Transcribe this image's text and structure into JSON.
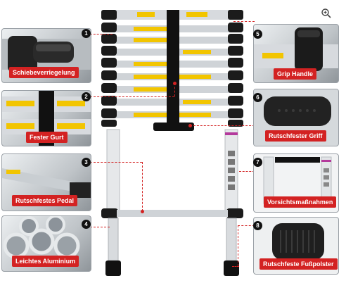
{
  "zoom_icon": "zoom-in-icon",
  "features": [
    {
      "number": "1",
      "label": "Schiebeverriegelung"
    },
    {
      "number": "2",
      "label": "Fester Gurt"
    },
    {
      "number": "3",
      "label": "Rutschfestes Pedal"
    },
    {
      "number": "4",
      "label": "Leichtes Aluminium"
    },
    {
      "number": "5",
      "label": "Grip Handle"
    },
    {
      "number": "6",
      "label": "Rutschfester Griff"
    },
    {
      "number": "7",
      "label": "Vorsichtsmaßnahmen"
    },
    {
      "number": "8",
      "label": "Rutschfeste Fußpolster"
    }
  ],
  "colors": {
    "accent": "#d32222",
    "badge": "#111111",
    "rail": "#c9ced2"
  }
}
